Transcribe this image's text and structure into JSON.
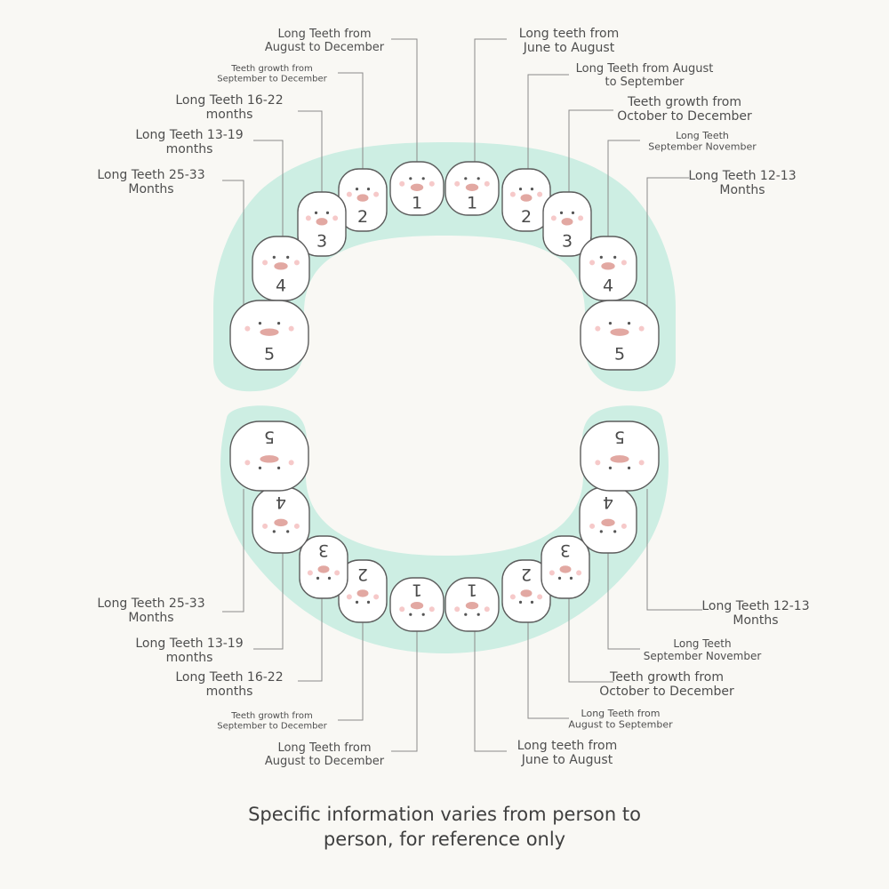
{
  "gum_color": "#cdeee3",
  "tooth_color": "#ffffff",
  "tooth_outline": "#5c5c5c",
  "leader_color": "#8a8a8a",
  "mouth_color": "#e2a8a2",
  "cheek_color": "#f6c9c9",
  "upper": {
    "left": [
      {
        "number": "1",
        "lines": [
          "Long Teeth from",
          "August to December"
        ]
      },
      {
        "number": "2",
        "lines": [
          "Teeth growth from",
          "September to December"
        ]
      },
      {
        "number": "3",
        "lines": [
          "Long Teeth 16-22",
          "months"
        ]
      },
      {
        "number": "4",
        "lines": [
          "Long Teeth 13-19",
          "months"
        ]
      },
      {
        "number": "5",
        "lines": [
          "Long Teeth 25-33",
          "Months"
        ]
      }
    ],
    "right": [
      {
        "number": "1",
        "lines": [
          "Long teeth from",
          "June to August"
        ]
      },
      {
        "number": "2",
        "lines": [
          "Long Teeth from August",
          "to September"
        ]
      },
      {
        "number": "3",
        "lines": [
          "Teeth growth from",
          "October to December"
        ]
      },
      {
        "number": "4",
        "lines": [
          "Long Teeth",
          "September November"
        ]
      },
      {
        "number": "5",
        "lines": [
          "Long Teeth 12-13",
          "Months"
        ]
      }
    ]
  },
  "lower": {
    "left": [
      {
        "number": "1",
        "lines": [
          "Long Teeth from",
          "August to December"
        ]
      },
      {
        "number": "2",
        "lines": [
          "Teeth growth from",
          "September to December"
        ]
      },
      {
        "number": "3",
        "lines": [
          "Long Teeth 16-22",
          "months"
        ]
      },
      {
        "number": "4",
        "lines": [
          "Long Teeth 13-19",
          "months"
        ]
      },
      {
        "number": "5",
        "lines": [
          "Long Teeth 25-33",
          "Months"
        ]
      }
    ],
    "right": [
      {
        "number": "1",
        "lines": [
          "Long teeth from",
          "June to August"
        ]
      },
      {
        "number": "2",
        "lines": [
          "Long Teeth from",
          "August to September"
        ]
      },
      {
        "number": "3",
        "lines": [
          "Teeth growth from",
          "October to December"
        ]
      },
      {
        "number": "4",
        "lines": [
          "Long Teeth",
          "September November"
        ]
      },
      {
        "number": "5",
        "lines": [
          "Long Teeth 12-13",
          "Months"
        ]
      }
    ]
  },
  "footer": {
    "line1": "Specific information varies from person to",
    "line2": "person, for reference only"
  }
}
